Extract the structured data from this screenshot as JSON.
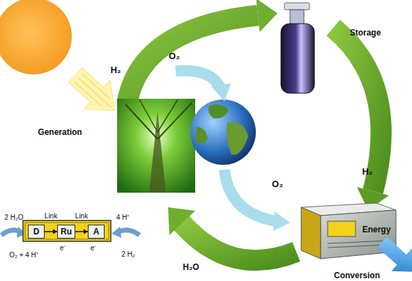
{
  "diagram": {
    "nodes": [
      {
        "text": [
          "D"
        ]
      },
      {
        "text": [
          "Ru"
        ]
      },
      {
        "text": [
          "A"
        ]
      }
    ],
    "edges": [
      {
        "from": 0,
        "to": 1,
        "arrow": "to",
        "label": "Link"
      },
      {
        "from": 1,
        "to": 2,
        "arrow": "to",
        "label": "Link"
      }
    ],
    "labels": [
      "H₂",
      "Storage",
      "O₂",
      "Generation",
      "H₂",
      "O₂",
      "2 H₂O",
      "4 H⁺",
      "Energy",
      "O₂ + 4 H⁺",
      "e⁻",
      "e⁻",
      "2 H₂",
      "H₂O",
      "Conversion"
    ]
  }
}
